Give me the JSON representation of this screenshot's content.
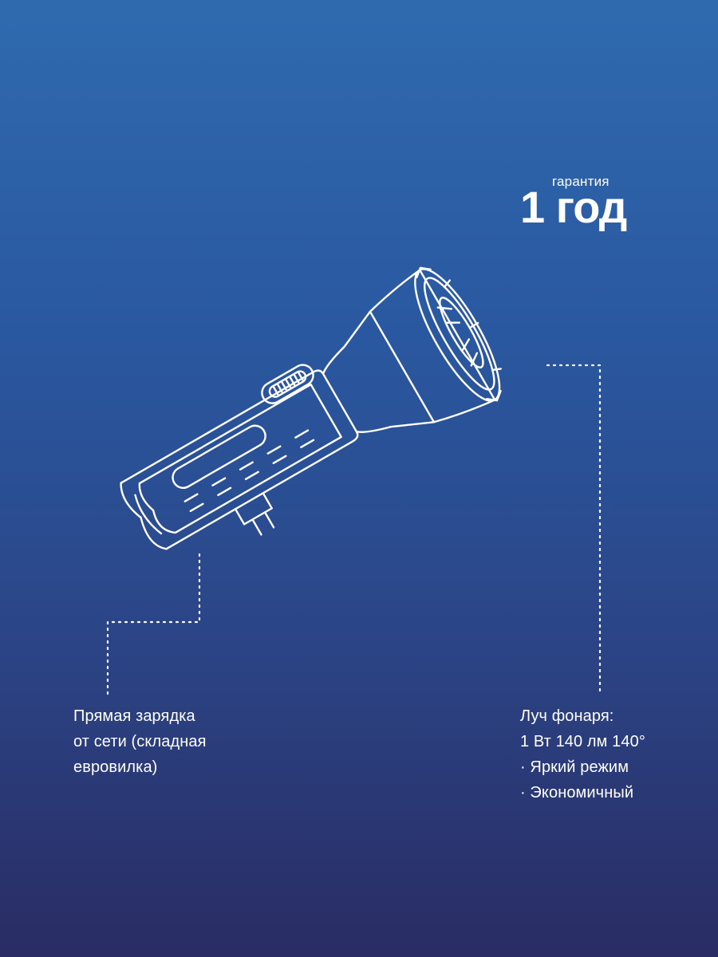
{
  "warranty": {
    "label": "гарантия",
    "value": "1 год"
  },
  "callouts": {
    "charging": {
      "lines": [
        "Прямая зарядка",
        "от сети (складная",
        "евровилка)"
      ]
    },
    "beam": {
      "lines": [
        "Луч фонаря:",
        "1 Вт 140 лм 140°",
        "· Яркий режим",
        "· Экономичный"
      ]
    }
  },
  "colors": {
    "background_top": "#2f6aaf",
    "background_bottom": "#2a2c64",
    "line_art": "#ffffff"
  }
}
